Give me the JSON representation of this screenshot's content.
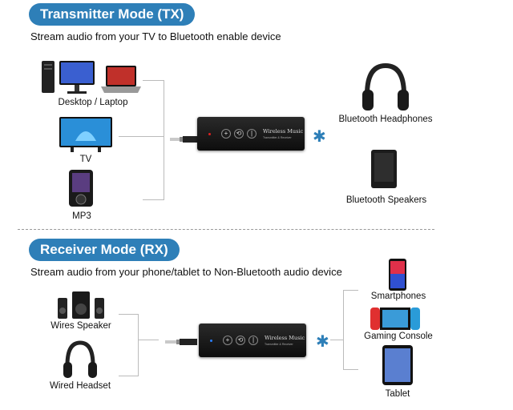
{
  "tx": {
    "title": "Transmitter Mode (TX)",
    "subtitle": "Stream audio from your TV to Bluetooth enable device",
    "sources": [
      "Desktop / Laptop",
      "TV",
      "MP3"
    ],
    "outputs": [
      "Bluetooth Headphones",
      "Bluetooth Speakers"
    ],
    "adapter_brand": "Wireless Music",
    "adapter_sub": "Transmitter & Receiver"
  },
  "rx": {
    "title": "Receiver Mode (RX)",
    "subtitle": "Stream audio from your phone/tablet to Non-Bluetooth audio device",
    "outputs": [
      "Wires Speaker",
      "Wired Headset"
    ],
    "sources": [
      "Smartphones",
      "Gaming Console",
      "Tablet"
    ],
    "adapter_brand": "Wireless Music",
    "adapter_sub": "Transmitter & Receiver"
  },
  "icons": {
    "bluetooth": "bluetooth-icon",
    "bluetooth_glyph": "✱"
  },
  "colors": {
    "accent": "#2e7fb8",
    "tx_led": "#e02020",
    "rx_led": "#2a7fff"
  }
}
